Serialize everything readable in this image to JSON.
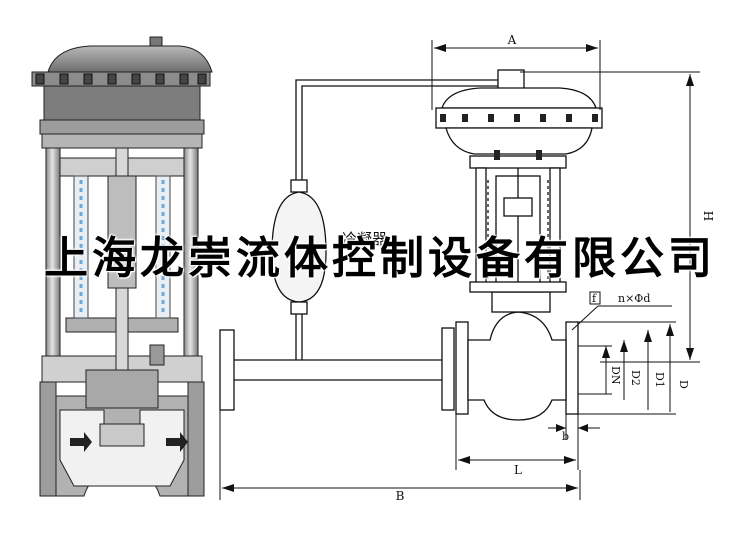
{
  "banner": {
    "company_name": "上海龙崇流体控制设备有限公司"
  },
  "labels": {
    "condenser": "冷凝器",
    "dim_A": "A",
    "dim_H": "H",
    "dim_L": "L",
    "dim_B": "B",
    "dim_D": "D",
    "dim_D1": "D1",
    "dim_D2": "D2",
    "dim_DN": "DN",
    "dim_b": "b",
    "dim_f": "f",
    "bolt_spec": "n×Φd"
  },
  "colors": {
    "metal_light": "#c8c8c8",
    "metal_mid": "#9a9a9a",
    "metal_dark": "#5a5a5a",
    "spring_blue": "#6fa8d8",
    "line": "#111111"
  }
}
